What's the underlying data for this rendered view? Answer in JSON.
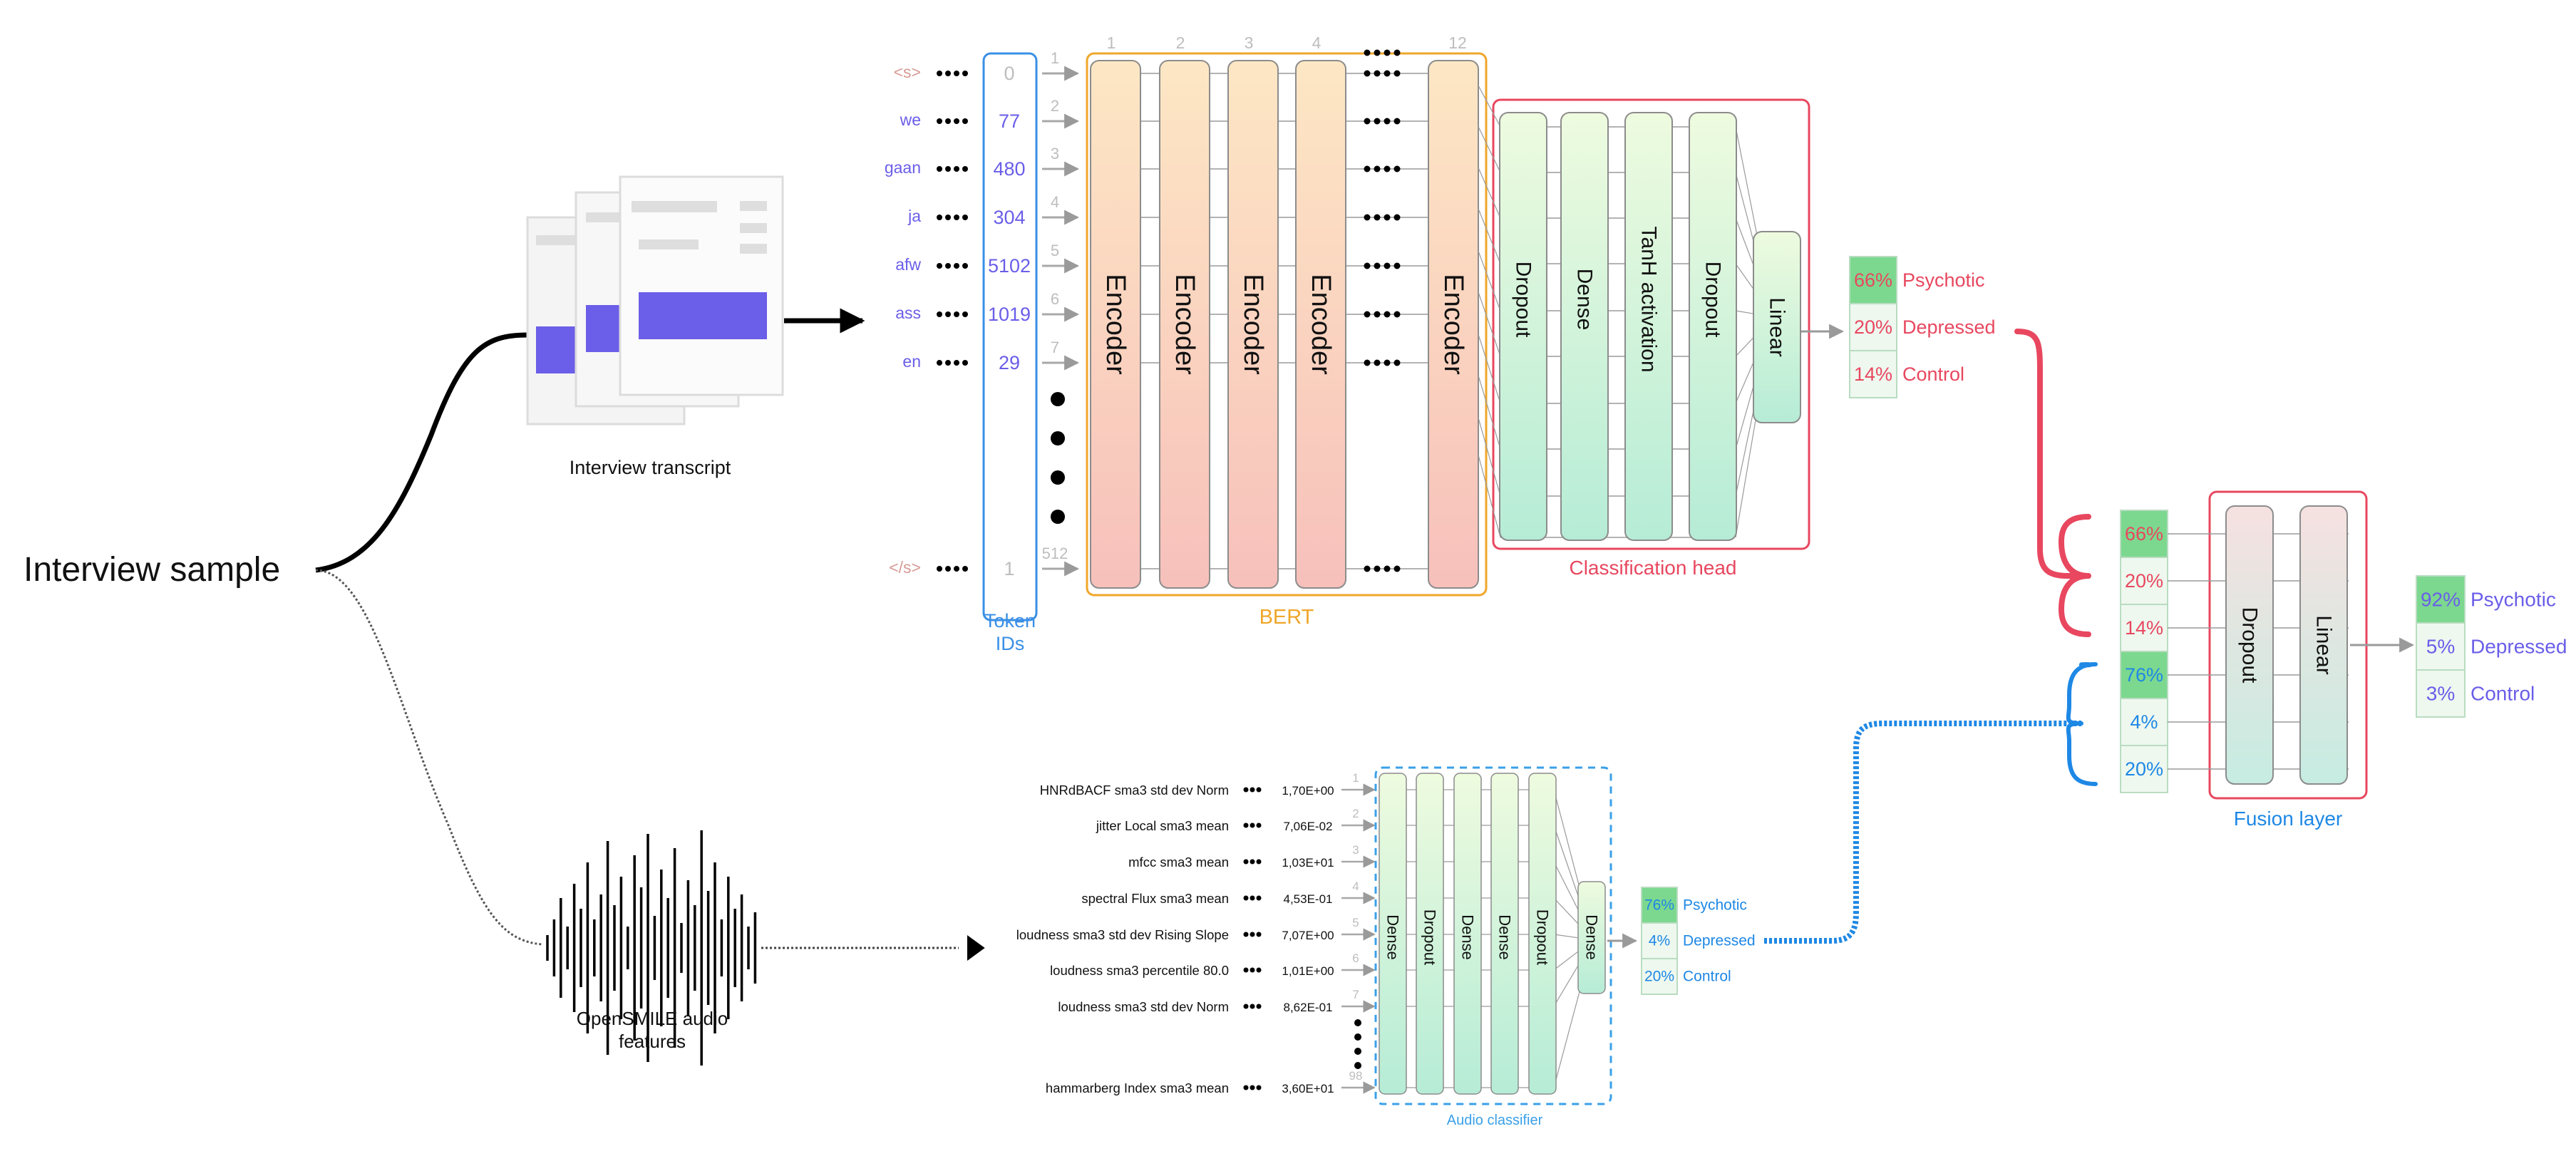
{
  "sample": {
    "title": "Interview sample"
  },
  "transcript": {
    "label": "Interview transcript"
  },
  "audio": {
    "label_line1": "OpenSMILE audio",
    "label_line2": "features"
  },
  "tokens": {
    "words": [
      "<s>",
      "we",
      "gaan",
      "ja",
      "afw",
      "ass",
      "en",
      "</s>"
    ],
    "ids": [
      "0",
      "77",
      "480",
      "304",
      "5102",
      "1019",
      "29",
      "1"
    ],
    "positions": [
      "1",
      "2",
      "3",
      "4",
      "5",
      "6",
      "7",
      "512"
    ],
    "label_line1": "Token",
    "label_line2": "IDs"
  },
  "bert": {
    "label": "BERT",
    "layer_numbers": [
      "1",
      "2",
      "3",
      "4",
      "12"
    ],
    "encoder_label": "Encoder"
  },
  "head": {
    "label": "Classification head",
    "layers": [
      "Dropout",
      "Dense",
      "TanH activation",
      "Dropout"
    ],
    "output_layer": "Linear"
  },
  "text_output": [
    {
      "pct": "66%",
      "cls": "Psychotic"
    },
    {
      "pct": "20%",
      "cls": "Depressed"
    },
    {
      "pct": "14%",
      "cls": "Control"
    }
  ],
  "audio_features": {
    "names": [
      "HNRdBACF sma3 std dev Norm",
      "jitter Local sma3 mean",
      "mfcc sma3 mean",
      "spectral Flux sma3 mean",
      "loudness sma3 std dev Rising Slope",
      "loudness sma3 percentile 80.0",
      "loudness sma3 std dev Norm",
      "hammarberg Index sma3 mean"
    ],
    "values": [
      "1,70E+00",
      "7,06E-02",
      "1,03E+01",
      "4,53E-01",
      "7,07E+00",
      "1,01E+00",
      "8,62E-01",
      "3,60E+01"
    ],
    "positions": [
      "1",
      "2",
      "3",
      "4",
      "5",
      "6",
      "7",
      "98"
    ]
  },
  "audio_classifier": {
    "label": "Audio classifier",
    "layers": [
      "Dense",
      "Dropout",
      "Dense",
      "Dense",
      "Dropout"
    ],
    "output_layer": "Dense"
  },
  "audio_output": [
    {
      "pct": "76%",
      "cls": "Psychotic"
    },
    {
      "pct": "4%",
      "cls": "Depressed"
    },
    {
      "pct": "20%",
      "cls": "Control"
    }
  ],
  "fusion": {
    "label": "Fusion layer",
    "layers": [
      "Dropout",
      "Linear"
    ],
    "inputs": [
      "66%",
      "20%",
      "14%",
      "76%",
      "4%",
      "20%"
    ]
  },
  "final_output": [
    {
      "pct": "92%",
      "cls": "Psychotic"
    },
    {
      "pct": "5%",
      "cls": "Depressed"
    },
    {
      "pct": "3%",
      "cls": "Control"
    }
  ],
  "colors": {
    "text_purple": "#6a5ee8",
    "token_pink": "#d79a95",
    "token_box_blue": "#3a8fe6",
    "bert_orange": "#f0a62a",
    "head_red": "#e8475f",
    "audio_blue": "#3aa0e8",
    "highlight_green": "#7cd88f",
    "ptr_gray": "#bdbdbd"
  }
}
